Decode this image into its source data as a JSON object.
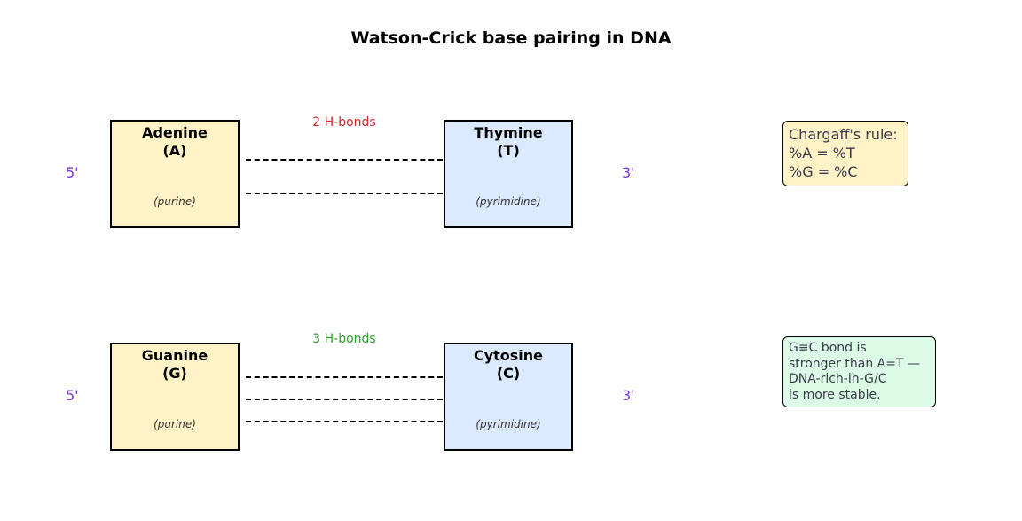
{
  "title": "Watson-Crick base pairing in DNA",
  "pairs": [
    {
      "left": {
        "name": "Adenine",
        "symbol": "(A)",
        "kind": "(purine)"
      },
      "right": {
        "name": "Thymine",
        "symbol": "(T)",
        "kind": "(pyrimidine)"
      },
      "bonds_label": "2 H-bonds",
      "bond_count": 2,
      "bond_color": "#d62728",
      "five_prime": "5'",
      "three_prime": "3'"
    },
    {
      "left": {
        "name": "Guanine",
        "symbol": "(G)",
        "kind": "(purine)"
      },
      "right": {
        "name": "Cytosine",
        "symbol": "(C)",
        "kind": "(pyrimidine)"
      },
      "bonds_label": "3 H-bonds",
      "bond_count": 3,
      "bond_color": "#2ca02c",
      "five_prime": "5'",
      "three_prime": "3'"
    }
  ],
  "notes": {
    "chargaff": {
      "lines": [
        "Chargaff's rule:",
        "%A = %T",
        "%G = %C"
      ],
      "bg": "#fff2c6"
    },
    "stability": {
      "lines": [
        "G≡C bond is",
        "stronger than A=T —",
        "DNA-rich-in-G/C",
        "is more stable."
      ],
      "bg": "#dcfbe6"
    }
  },
  "colors": {
    "purine": "#fff2c6",
    "pyrimidine": "#dbe9fd",
    "strand_end": "#7a3ad6"
  }
}
